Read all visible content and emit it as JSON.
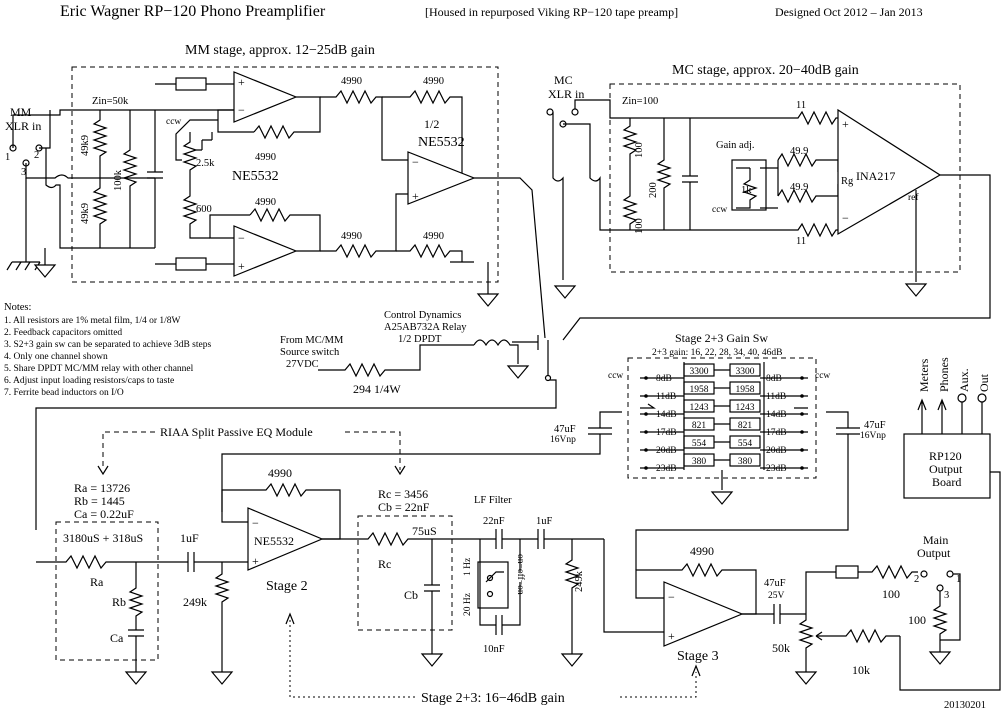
{
  "header": {
    "title": "Eric Wagner  RP−120  Phono Preamplifier",
    "housed": "[Housed in repurposed Viking RP−120 tape preamp]",
    "designed": "Designed Oct 2012 – Jan 2013"
  },
  "mm": {
    "label": "MM stage, approx. 12−25dB gain",
    "input_a": "MM",
    "input_b": "XLR in",
    "zin": "Zin=50k",
    "r_top": "49k9",
    "r_bot": "49k9",
    "r_mid": "100k",
    "pot_ccw": "ccw",
    "pot": "2.5k",
    "r_600": "600",
    "r_fb": "4990",
    "opamp": "NE5532",
    "r1": "4990",
    "r2": "4990",
    "r3": "4990",
    "r4": "4990",
    "r5": "4990",
    "half": "1/2",
    "half_opamp": "NE5532",
    "pin1": "1",
    "pin2": "2",
    "pin3": "3"
  },
  "mc": {
    "label": "MC stage, approx. 20−40dB gain",
    "input_a": "MC",
    "input_b": "XLR in",
    "zin": "Zin=100",
    "r_top": "100",
    "r_bot": "100",
    "r_mid": "200",
    "r11a": "11",
    "r11b": "11",
    "r49a": "49.9",
    "r49b": "49.9",
    "gain_adj": "Gain adj.",
    "pot": "1k",
    "ccw": "ccw",
    "rg": "Rg",
    "amp": "INA217",
    "ref": "ref"
  },
  "notes": {
    "title": "Notes:",
    "items": [
      "1. All resistors are 1% metal film, 1/4 or 1/8W",
      "2. Feedback capacitors omitted",
      "3. S2+3 gain sw can be separated to achieve 3dB steps",
      "4. Only one channel shown",
      "5. Share DPDT MC/MM relay with other channel",
      "6. Adjust input loading resistors/caps to taste",
      "7. Ferrite bead inductors on I/O"
    ]
  },
  "relay": {
    "l1": "Control Dynamics",
    "l2": "A25AB732A Relay",
    "l3": "1/2 DPDT",
    "src1": "From MC/MM",
    "src2": "Source switch",
    "src3": "27VDC",
    "res": "294 1/4W"
  },
  "gain_sw": {
    "title": "Stage 2+3 Gain Sw",
    "subtitle": "2+3 gain: 16, 22, 28, 34, 40, 46dB",
    "ccw_l": "ccw",
    "ccw_r": "ccw",
    "res_values": [
      "3300",
      "1958",
      "1243",
      "821",
      "554",
      "380"
    ],
    "db_left": [
      "8dB",
      "11dB",
      "14dB",
      "17dB",
      "20dB",
      "23dB"
    ],
    "db_right": [
      "8dB",
      "11dB",
      "14dB",
      "17dB",
      "20dB",
      "23dB"
    ],
    "cap_l": "47uF",
    "cap_l2": "16Vnp",
    "cap_r": "47uF",
    "cap_r2": "16Vnp"
  },
  "riaa": {
    "title": "RIAA Split Passive EQ Module",
    "ra": "Ra = 13726",
    "rb": "Rb = 1445",
    "ca": "Ca = 0.22uF",
    "tc": "3180uS + 318uS",
    "ra_lbl": "Ra",
    "rb_lbl": "Rb",
    "ca_lbl": "Ca",
    "rc": "Rc = 3456",
    "cb": "Cb = 22nF",
    "tc2": "75uS",
    "rc_lbl": "Rc",
    "cb_lbl": "Cb"
  },
  "stage2": {
    "cap": "1uF",
    "r_in": "249k",
    "r_fb": "4990",
    "opamp": "NE5532",
    "label": "Stage 2"
  },
  "lf": {
    "title": "LF Filter",
    "c1": "22nF",
    "c2": "1uF",
    "c3": "10nF",
    "hz1": "1 Hz",
    "hz2": "20 Hz",
    "sw1": "on−off−on",
    "r": "249k"
  },
  "stage3": {
    "r_fb": "4990",
    "cap": "47uF",
    "cap2": "25V",
    "pot": "50k",
    "r_out": "10k",
    "label": "Stage 3"
  },
  "output": {
    "main": "Main",
    "main2": "Output",
    "r100a": "100",
    "r100b": "100",
    "p1": "1",
    "p2": "2",
    "p3": "3",
    "board1": "RP120",
    "board2": "Output",
    "board3": "Board",
    "outs": [
      "Meters",
      "Phones",
      "Aux.",
      "Out"
    ]
  },
  "footer": {
    "gain": "Stage 2+3:  16−46dB gain",
    "date": "20130201"
  }
}
